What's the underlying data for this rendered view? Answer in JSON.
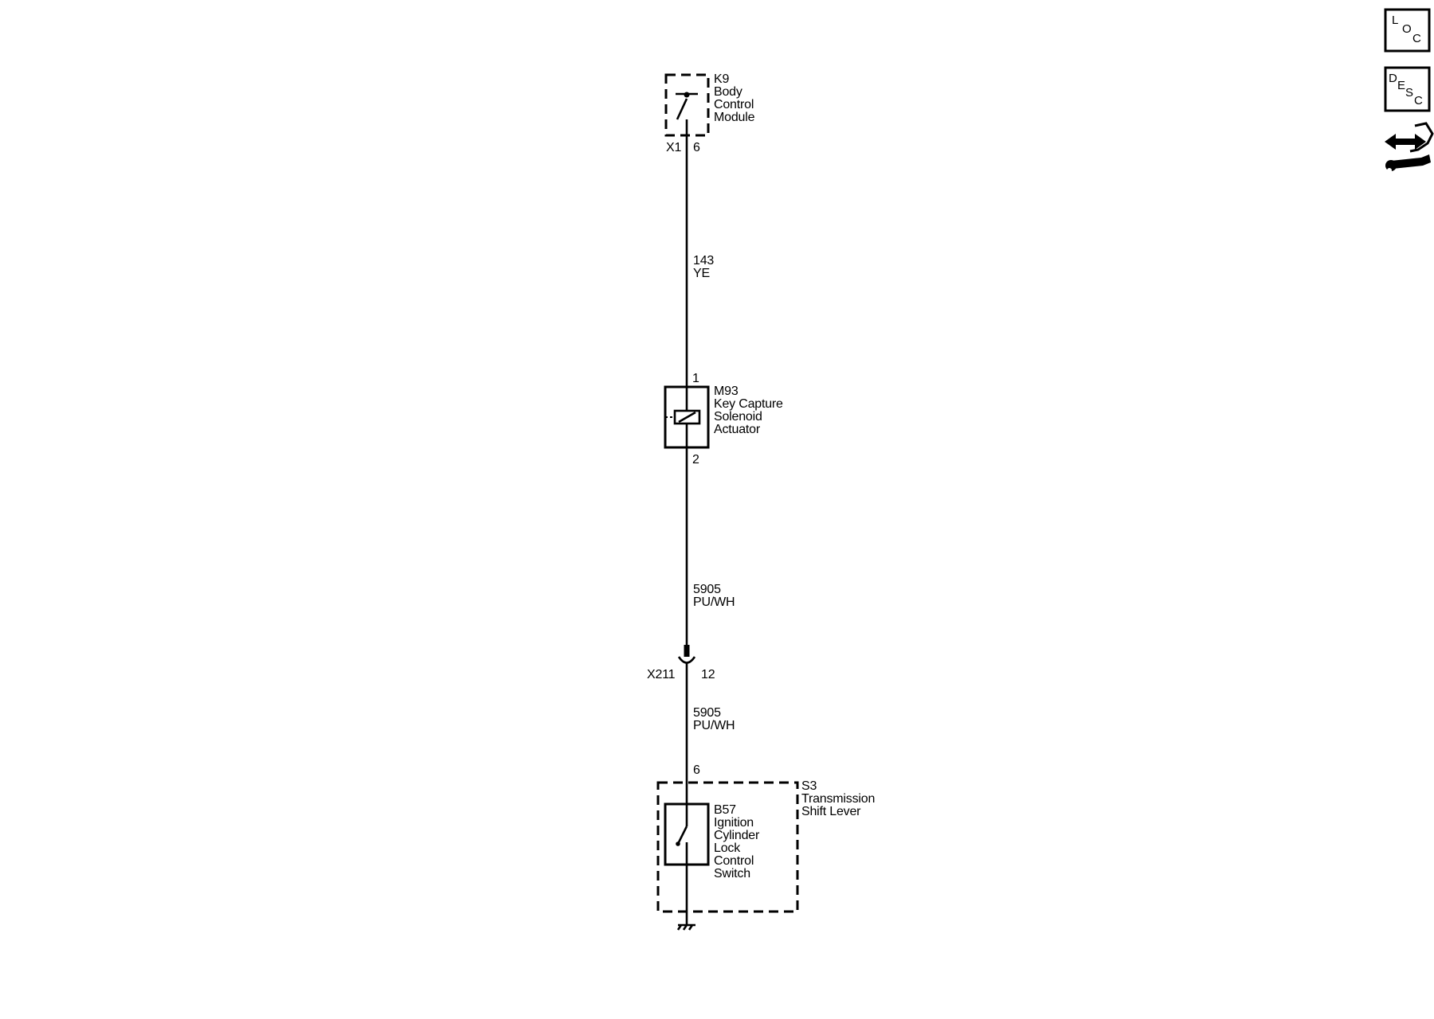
{
  "components": {
    "k9": {
      "ref": "K9",
      "name_lines": [
        "Body",
        "Control",
        "Module"
      ],
      "connector": "X1",
      "pin": "6"
    },
    "m93": {
      "ref": "M93",
      "name_lines": [
        "Key Capture",
        "Solenoid",
        "Actuator"
      ],
      "pin_top": "1",
      "pin_bottom": "2"
    },
    "inline_connector": {
      "ref": "X211",
      "pin": "12"
    },
    "s3": {
      "ref": "S3",
      "name_lines": [
        "Transmission",
        "Shift Lever"
      ],
      "pin": "6"
    },
    "b57": {
      "ref": "B57",
      "name_lines": [
        "Ignition",
        "Cylinder",
        "Lock",
        "Control",
        "Switch"
      ]
    }
  },
  "wires": [
    {
      "circuit": "143",
      "color": "YE"
    },
    {
      "circuit": "5905",
      "color": "PU/WH"
    },
    {
      "circuit": "5905",
      "color": "PU/WH"
    }
  ],
  "side_icons": {
    "loc": {
      "letters": [
        "L",
        "O",
        "C"
      ]
    },
    "desc": {
      "letters": [
        "D",
        "E",
        "S",
        "C"
      ]
    },
    "ground": "ground-icon",
    "tools": "tools-icon"
  }
}
